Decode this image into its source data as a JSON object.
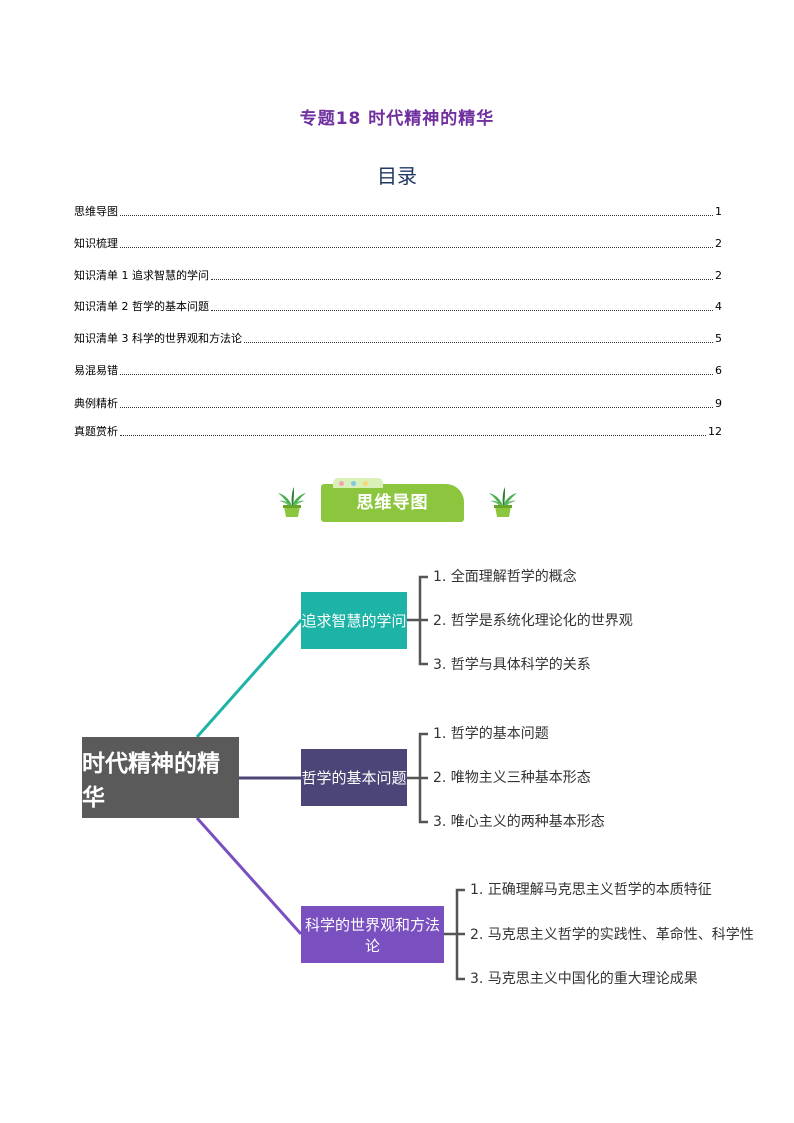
{
  "title": "专题18  时代精神的精华",
  "toc": {
    "heading": "目录",
    "entries": [
      {
        "label": "思维导图",
        "page": "1"
      },
      {
        "label": "知识梳理",
        "page": "2"
      },
      {
        "label": "知识清单 1 追求智慧的学问",
        "page": "2"
      },
      {
        "label": "知识清单 2 哲学的基本问题",
        "page": "4"
      },
      {
        "label": "知识清单 3 科学的世界观和方法论",
        "page": "5"
      },
      {
        "label": "易混易错",
        "page": "6"
      },
      {
        "label": "典例精析",
        "page": "9"
      },
      {
        "label": "真题赏析",
        "page": "12"
      }
    ]
  },
  "section_banner": {
    "label": "思维导图"
  },
  "colors": {
    "title": "#7030a0",
    "banner": "#8cc63f",
    "branch1": "#1eb3a7",
    "branch2": "#4b4578",
    "branch3": "#7a4fbf",
    "central": "#5a5a5a"
  },
  "mindmap": {
    "central": "时代精神的精华",
    "branches": [
      {
        "label": "追求智慧的学问",
        "items": [
          "1. 全面理解哲学的概念",
          "2. 哲学是系统化理论化的世界观",
          "3. 哲学与具体科学的关系"
        ]
      },
      {
        "label": "哲学的基本问题",
        "items": [
          "1. 哲学的基本问题",
          "2. 唯物主义三种基本形态",
          "3. 唯心主义的两种基本形态"
        ]
      },
      {
        "label": "科学的世界观和方法论",
        "items": [
          "1. 正确理解马克思主义哲学的本质特征",
          "2. 马克思主义哲学的实践性、革命性、科学性",
          "3. 马克思主义中国化的重大理论成果"
        ]
      }
    ]
  }
}
